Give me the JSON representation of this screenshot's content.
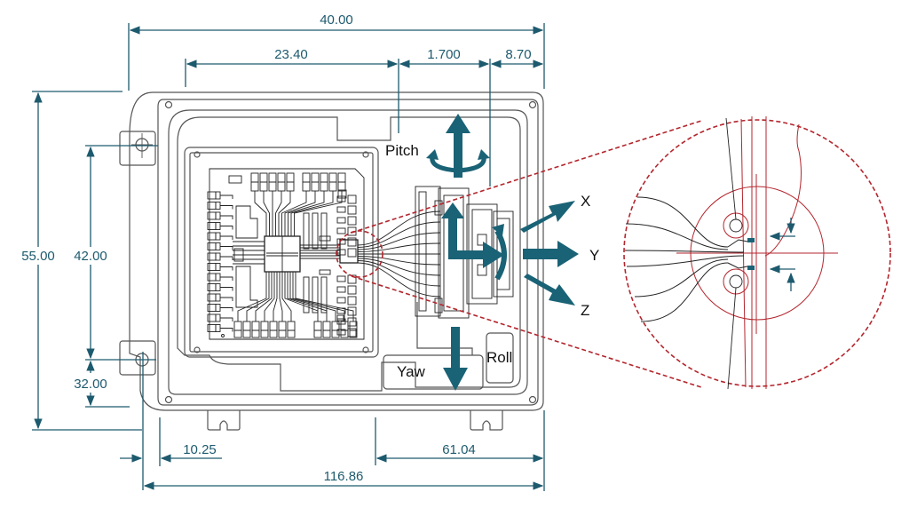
{
  "drawing": {
    "title": "Enclosure module with connector and detail view",
    "colors": {
      "dimension": "#1d5a6e",
      "arrow": "#1a6275",
      "detail": "#b3262e",
      "outline": "#555555"
    }
  },
  "dimensions": {
    "top_overall": "40.00",
    "top_left_span": "23.40",
    "top_middle_span": "1.700",
    "top_right_span": "8.70",
    "left_overall": "55.00",
    "left_hole_spacing": "42.00",
    "left_bottom_offset": "32.00",
    "bottom_left_offset": "10.25",
    "bottom_right_span": "61.04",
    "bottom_overall": "116.86"
  },
  "motion_labels": {
    "pitch": "Pitch",
    "yaw": "Yaw",
    "roll": "Roll",
    "x": "X",
    "y": "Y",
    "z": "Z"
  },
  "icons": {
    "pitch_arrow": "up-arrow-with-rotation-icon",
    "yaw_arrow": "down-arrow-icon",
    "roll_arrow": "curved-arrow-icon",
    "axis_arrows": "axis-arrow-icon",
    "detail_arrows": "pinch-arrow-icon"
  }
}
